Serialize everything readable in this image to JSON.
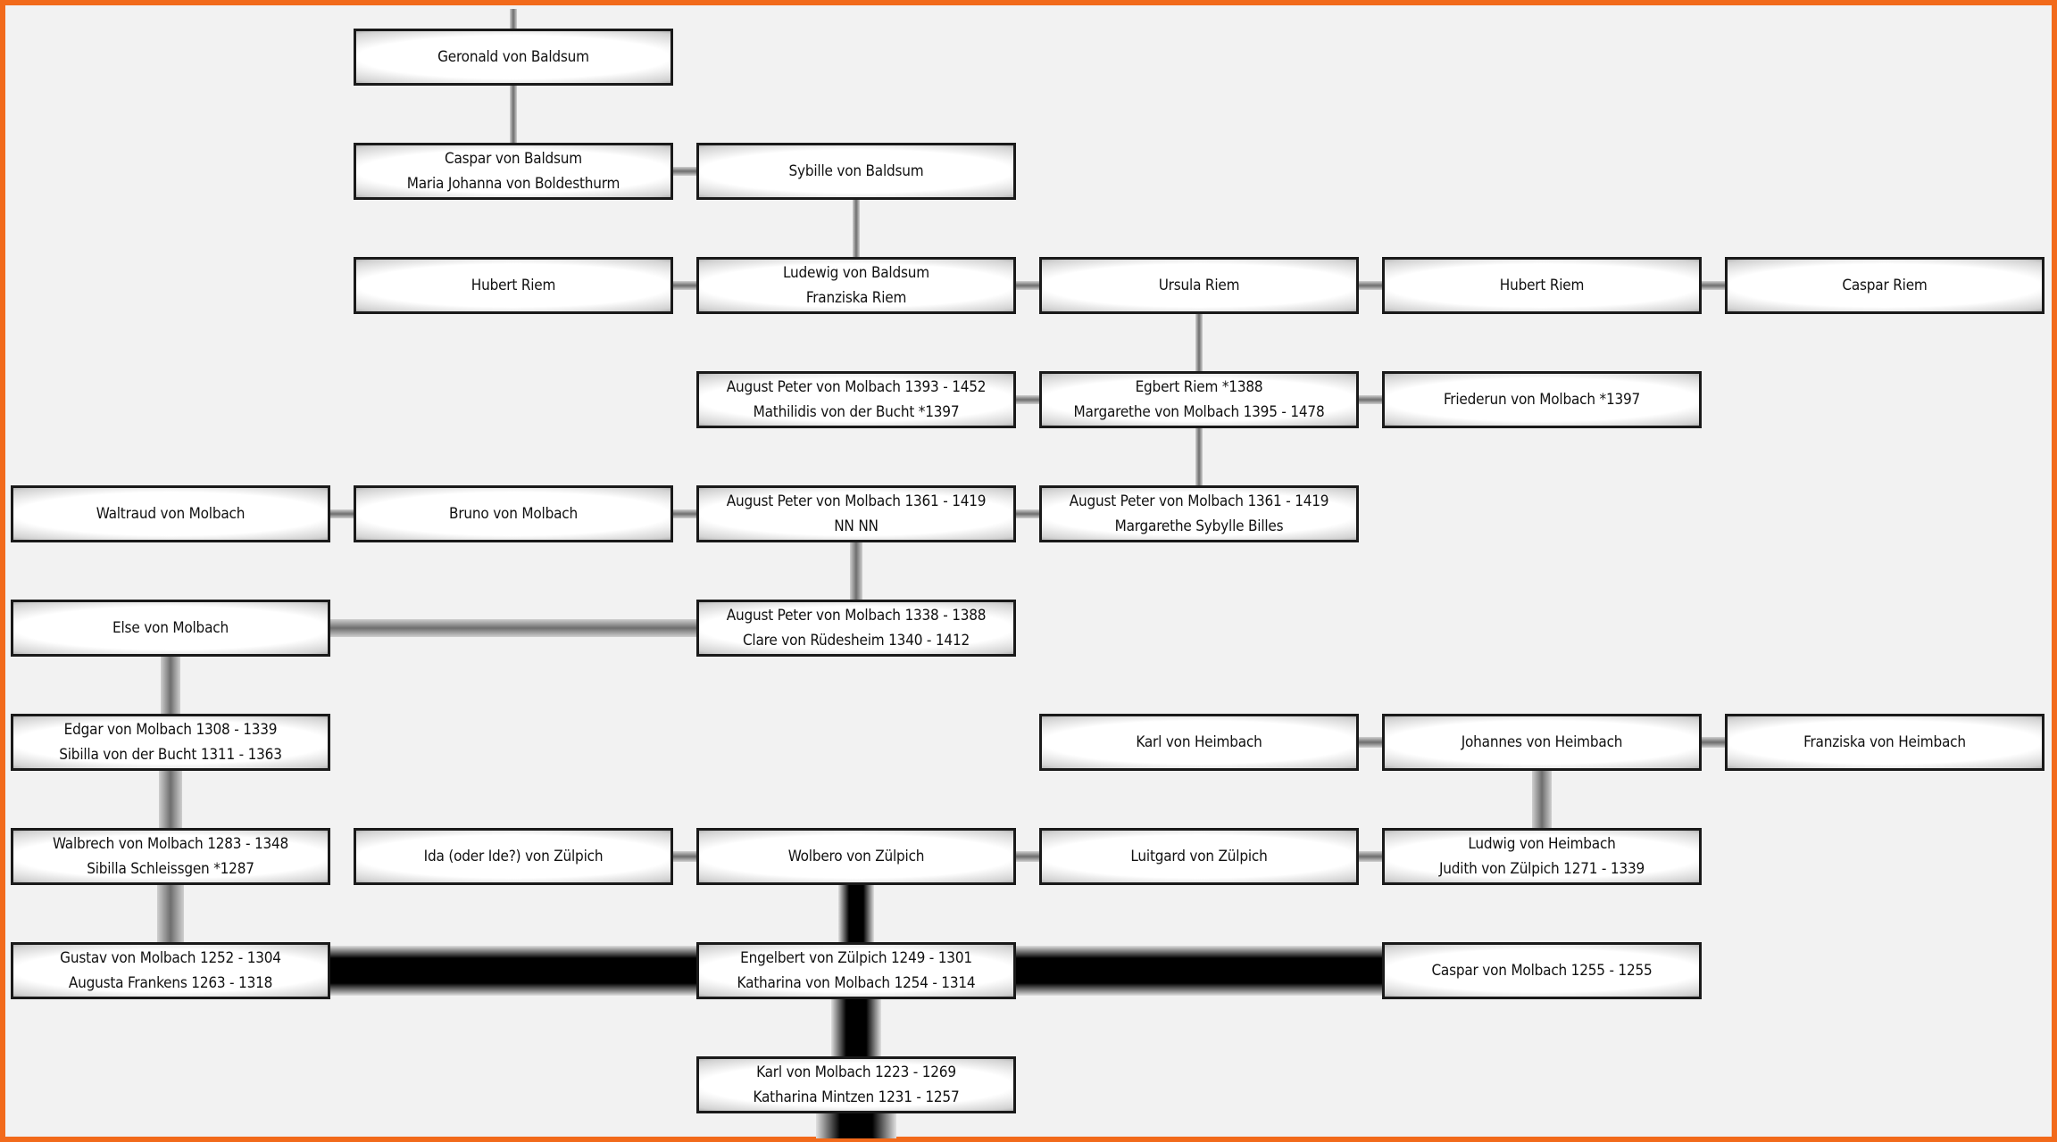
{
  "chart_data": {
    "type": "diagram",
    "nodes": [
      {
        "id": "n1",
        "lines": [
          "Geronald von Baldsum"
        ]
      },
      {
        "id": "n2",
        "lines": [
          "Caspar von Baldsum",
          "Maria Johanna von Boldesthurm"
        ]
      },
      {
        "id": "n3",
        "lines": [
          "Sybille von Baldsum"
        ]
      },
      {
        "id": "n4",
        "lines": [
          "Hubert Riem"
        ]
      },
      {
        "id": "n5",
        "lines": [
          "Ludewig von Baldsum",
          "Franziska Riem"
        ]
      },
      {
        "id": "n6",
        "lines": [
          "Ursula Riem"
        ]
      },
      {
        "id": "n7",
        "lines": [
          "Hubert Riem"
        ]
      },
      {
        "id": "n8",
        "lines": [
          "Caspar Riem"
        ]
      },
      {
        "id": "n9",
        "lines": [
          "August Peter von Molbach 1393 - 1452",
          "Mathilidis von der Bucht *1397"
        ]
      },
      {
        "id": "n10",
        "lines": [
          "Egbert Riem *1388",
          "Margarethe von Molbach 1395 - 1478"
        ]
      },
      {
        "id": "n11",
        "lines": [
          "Friederun von Molbach *1397"
        ]
      },
      {
        "id": "n12",
        "lines": [
          "Waltraud von Molbach"
        ]
      },
      {
        "id": "n13",
        "lines": [
          "Bruno von Molbach"
        ]
      },
      {
        "id": "n14",
        "lines": [
          "August Peter von Molbach 1361 - 1419",
          "NN NN"
        ]
      },
      {
        "id": "n15",
        "lines": [
          "August Peter von Molbach 1361 - 1419",
          "Margarethe Sybylle Billes"
        ]
      },
      {
        "id": "n16",
        "lines": [
          "Else von Molbach"
        ]
      },
      {
        "id": "n17",
        "lines": [
          "August Peter von Molbach 1338 - 1388",
          "Clare von Rüdesheim 1340 - 1412"
        ]
      },
      {
        "id": "n18",
        "lines": [
          "Edgar von Molbach 1308 - 1339",
          "Sibilla von der Bucht 1311 - 1363"
        ]
      },
      {
        "id": "n19",
        "lines": [
          "Karl von Heimbach"
        ]
      },
      {
        "id": "n20",
        "lines": [
          "Johannes von Heimbach"
        ]
      },
      {
        "id": "n21",
        "lines": [
          "Franziska von Heimbach"
        ]
      },
      {
        "id": "n22",
        "lines": [
          "Walbrech von Molbach 1283 - 1348",
          "Sibilla Schleissgen *1287"
        ]
      },
      {
        "id": "n23",
        "lines": [
          "Ida (oder Ide?) von Zülpich"
        ]
      },
      {
        "id": "n24",
        "lines": [
          "Wolbero von Zülpich"
        ]
      },
      {
        "id": "n25",
        "lines": [
          "Luitgard von Zülpich"
        ]
      },
      {
        "id": "n26",
        "lines": [
          "Ludwig von Heimbach",
          "Judith von Zülpich 1271 - 1339"
        ]
      },
      {
        "id": "n27",
        "lines": [
          "Gustav von Molbach 1252 - 1304",
          "Augusta Frankens 1263 - 1318"
        ]
      },
      {
        "id": "n28",
        "lines": [
          "Engelbert von Zülpich 1249 - 1301",
          "Katharina von Molbach 1254 - 1314"
        ]
      },
      {
        "id": "n29",
        "lines": [
          "Caspar von Molbach 1255 - 1255"
        ]
      },
      {
        "id": "n30",
        "lines": [
          "Karl von Molbach 1223 - 1269",
          "Katharina Mintzen 1231 - 1257"
        ]
      }
    ]
  }
}
